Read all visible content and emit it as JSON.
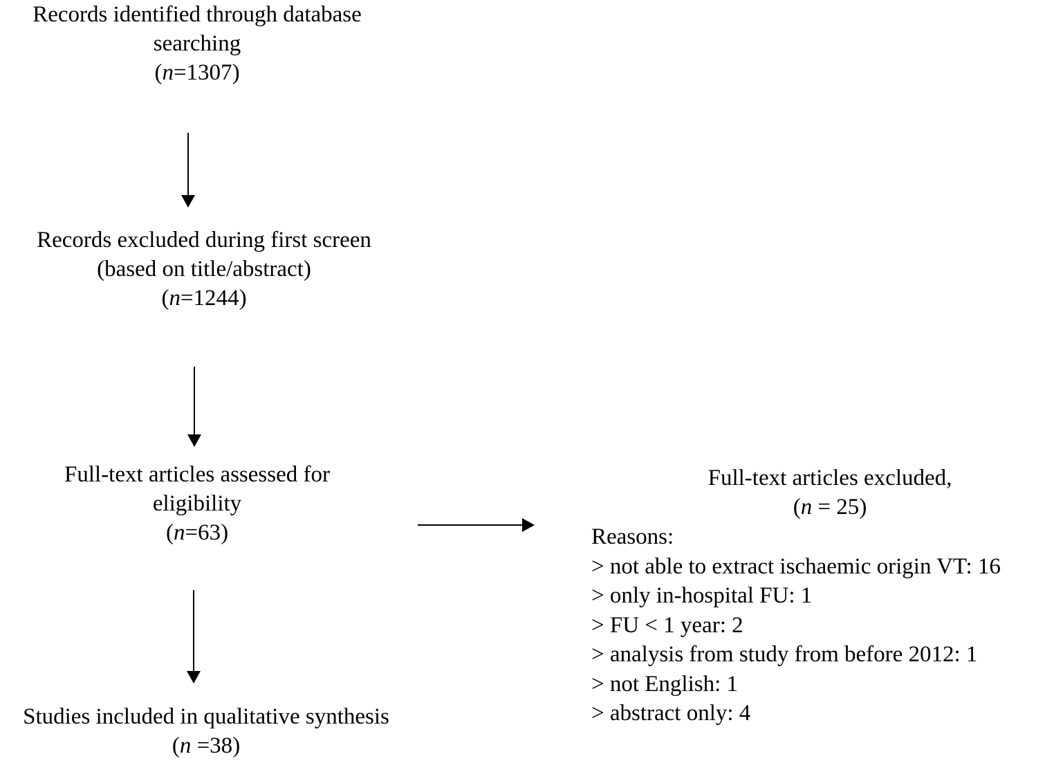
{
  "nodes": {
    "identified": {
      "line1": "Records identified through database",
      "line2": "searching",
      "n_label": "n",
      "n_value": "=1307"
    },
    "screened_out": {
      "line1": "Records excluded during first screen",
      "line2": "(based on title/abstract)",
      "n_label": "n",
      "n_value": "=1244"
    },
    "assessed": {
      "line1": "Full-text articles assessed for",
      "line2": "eligibility",
      "n_label": "n",
      "n_value": "=63"
    },
    "included": {
      "line1": "Studies included in qualitative synthesis",
      "n_label": "n",
      "n_value": " =38"
    }
  },
  "excluded": {
    "title": "Full-text articles excluded,",
    "n_label": "n",
    "n_value": " = 25",
    "reasons_heading": "Reasons:",
    "reasons": [
      "> not able to extract ischaemic origin VT: 16",
      "> only in-hospital FU: 1",
      "> FU < 1 year: 2",
      "> analysis from study from before 2012: 1",
      "> not English: 1",
      "> abstract only: 4"
    ]
  },
  "colors": {
    "text": "#000000",
    "arrow": "#000000",
    "background": "#ffffff"
  }
}
